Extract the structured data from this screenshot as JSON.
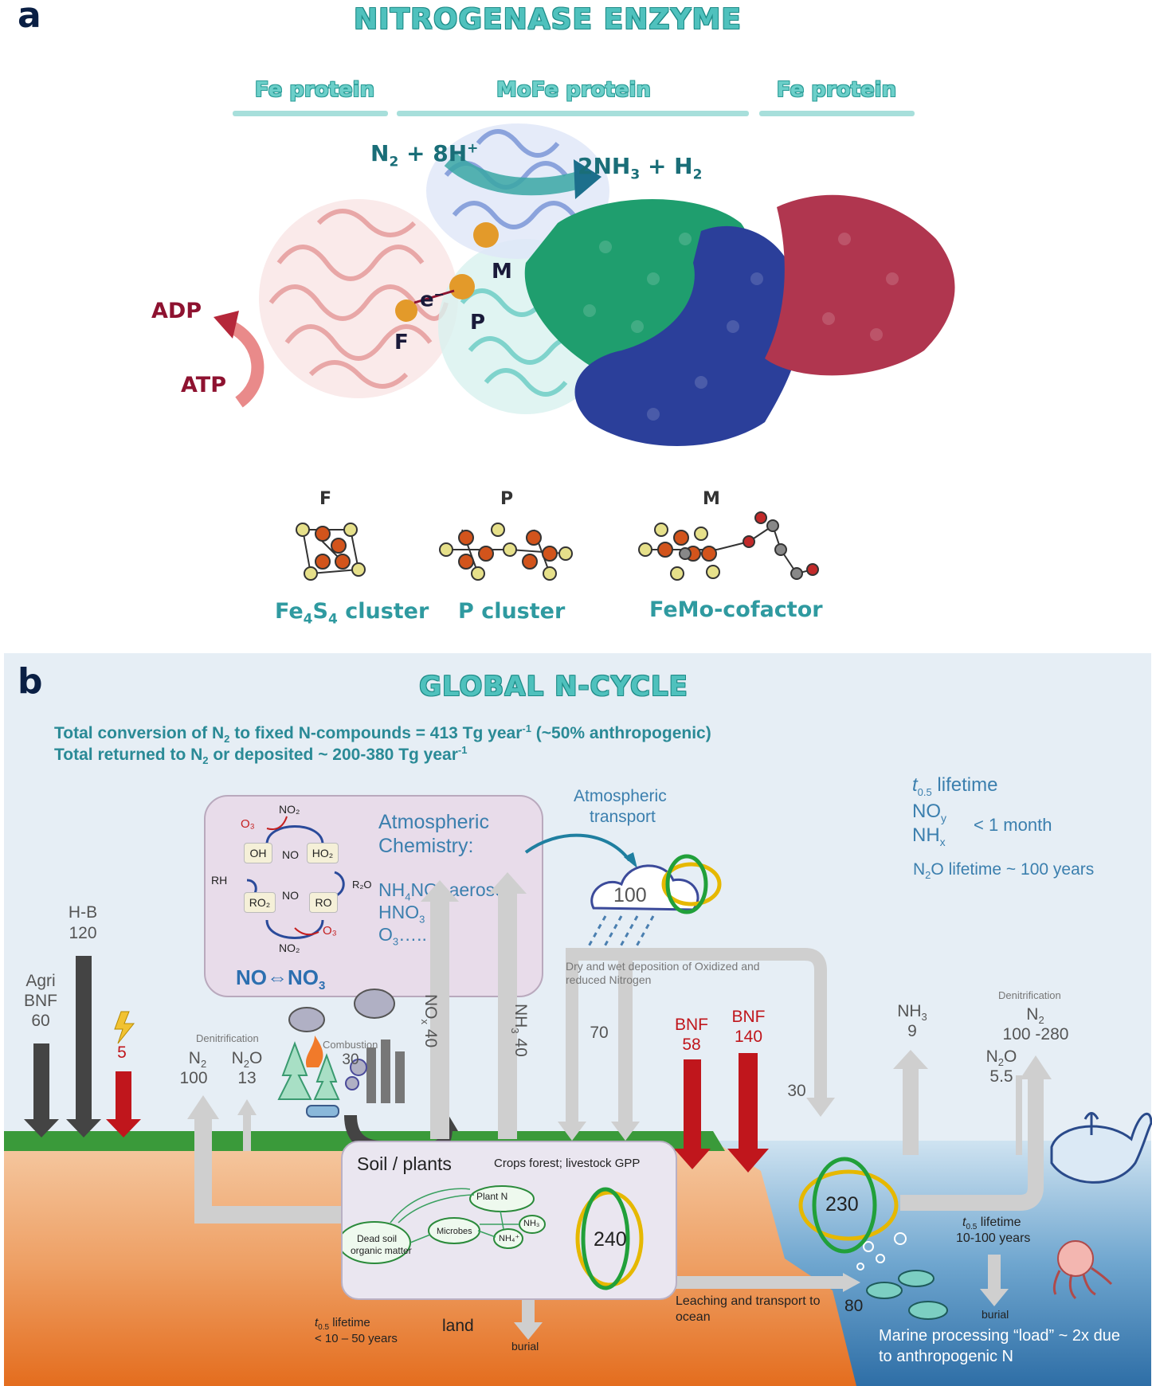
{
  "panel_a": {
    "letter": "a",
    "title": "NITROGENASE ENZYME",
    "protein_left": "Fe protein",
    "protein_middle": "MoFe protein",
    "protein_right": "Fe protein",
    "reaction_in": "N",
    "reaction_in_sub": "2",
    "reaction_in_rest": " + 8H",
    "reaction_in_sup": "+",
    "reaction_out": "2NH",
    "reaction_out_sub1": "3",
    "reaction_out_mid": " + H",
    "reaction_out_sub2": "2",
    "adp": "ADP",
    "atp": "ATP",
    "electron": "e",
    "electron_sup": "−",
    "site_f": "F",
    "site_p": "P",
    "site_m": "M",
    "clusters": [
      {
        "letter": "F",
        "label_main": "Fe",
        "label_sub1": "4",
        "label_mid": "S",
        "label_sub2": "4",
        "label_end": " cluster"
      },
      {
        "letter": "P",
        "label_main": "P cluster"
      },
      {
        "letter": "M",
        "label_main": "FeMo-cofactor"
      }
    ],
    "colors": {
      "fe_protein_left": "#e7a0a0",
      "mofe_teal": "#7fd3cc",
      "green_sphere": "#1f9e6e",
      "blue_sphere": "#2b3f9a",
      "red_sphere": "#b0364f"
    }
  },
  "panel_b": {
    "letter": "b",
    "title": "GLOBAL N-CYCLE",
    "summary_line1_a": "Total conversion of N",
    "summary_line1_sub": "2",
    "summary_line1_b": " to fixed N-compounds = 413 Tg year",
    "summary_line1_sup": "-1",
    "summary_line1_c": " (~50% anthropogenic)",
    "summary_line2_a": "Total returned to N",
    "summary_line2_sub": "2",
    "summary_line2_b": " or deposited ~ 200-380 Tg year",
    "summary_line2_sup": "-1",
    "lifetime_t": "t",
    "lifetime_sub": "0.5",
    "lifetime_label": " lifetime",
    "noy": "NO",
    "noy_sub": "y",
    "nhx": "NH",
    "nhx_sub": "x",
    "less_month": "< 1 month",
    "n2o_life_a": "N",
    "n2o_life_sub": "2",
    "n2o_life_b": "O lifetime ~ 100 years",
    "atm_chem_title1": "Atmospheric",
    "atm_chem_title2": "Chemistry:",
    "aerosol_a": "NH",
    "aerosol_sub1": "4",
    "aerosol_b": "NO",
    "aerosol_sub2": "3",
    "aerosol_c": " aerosol",
    "hno3": "HNO",
    "hno3_sub": "3",
    "o3": "O",
    "o3_sub": "3",
    "o3_tail": "…..",
    "no_eq_a": "NO",
    "no_eq_arrow": "⇔",
    "no_eq_b": "NO",
    "no_eq_sub": "3",
    "chem_no2_top": "NO₂",
    "chem_o3_left": "O₃",
    "chem_oh": "OH",
    "chem_no": "NO",
    "chem_ho2": "HO₂",
    "chem_rh": "RH",
    "chem_r2o": "R₂O",
    "chem_ro2": "RO₂",
    "chem_no_mid": "NO",
    "chem_ro": "RO",
    "chem_no2_bot": "NO₂",
    "chem_o3_right": "O₃",
    "atm_transport_1": "Atmospheric",
    "atm_transport_2": "transport",
    "cloud_value": "100",
    "deposition_1": "Dry and wet deposition of Oxidized and",
    "deposition_2": "reduced Nitrogen",
    "hb_label": "H-B",
    "hb_value": "120",
    "agri_1": "Agri",
    "agri_2": "BNF",
    "agri_value": "60",
    "lightning_value": "5",
    "denit_left": "Denitrification",
    "n2_left": "N",
    "n2_left_sub": "2",
    "n2_left_value": "100",
    "n2o_left": "N",
    "n2o_left_sub": "2",
    "n2o_left_tail": "O",
    "n2o_left_value": "13",
    "combustion": "Combustion",
    "combustion_value": "30",
    "nox_label": "NO",
    "nox_sub": "x",
    "nox_value": " 40",
    "nh3_up_label": "NH",
    "nh3_up_sub": "3",
    "nh3_up_value": " 40",
    "down_70": "70",
    "bnf_land_label": "BNF",
    "bnf_land_value": "58",
    "bnf_ocean_label": "BNF",
    "bnf_ocean_value": "140",
    "down_30": "30",
    "nh3_ocean": "NH",
    "nh3_ocean_sub": "3",
    "nh3_ocean_value": "9",
    "denit_right": "Denitrification",
    "n2_right": "N",
    "n2_right_sub": "2",
    "n2_right_value": "100 -280",
    "n2o_right": "N",
    "n2o_right_sub": "2",
    "n2o_right_tail": "O",
    "n2o_right_value": "5.5",
    "soil_title": "Soil / plants",
    "crops": "Crops forest; livestock GPP",
    "soil_cycle": "240",
    "plant_n": "Plant N",
    "nh3_node": "NH₃",
    "microbes": "Microbes",
    "nh4_node": "NH₄⁺",
    "dead_soil_1": "Dead soil",
    "dead_soil_2": "organic matter",
    "ocean_cycle": "230",
    "ocean_life_t": "t",
    "ocean_life_sub": "0.5",
    "ocean_life_label": " lifetime",
    "ocean_life_years": "10-100 years",
    "leaching_1": "Leaching and transport to",
    "leaching_2": "ocean",
    "leaching_value": "80",
    "land_life_t": "t",
    "land_life_sub": "0.5",
    "land_life_label": " lifetime",
    "land_life_years": "< 10 – 50 years",
    "land": "land",
    "burial_land": "burial",
    "burial_ocean": "burial",
    "marine_1": "Marine processing “load” ~ 2x due",
    "marine_2": "to anthropogenic N",
    "colors": {
      "sky": "#e6eef5",
      "grass": "#3a9a3a",
      "soil_top": "#f3b889",
      "soil_bottom": "#e46d1e",
      "ocean": "#2e6ea6",
      "arrow_grey": "#cfcfcf",
      "bnf_red": "#c0161c",
      "dark_arrow": "#444444"
    }
  }
}
